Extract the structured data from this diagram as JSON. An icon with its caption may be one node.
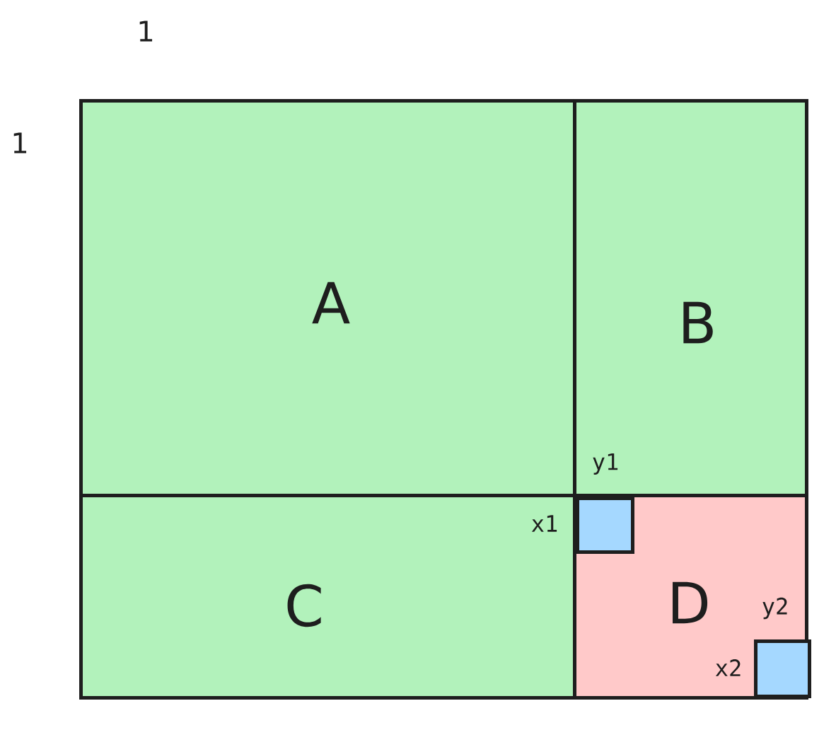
{
  "diagram": {
    "nodes": [
      {
        "text": [
          "A"
        ]
      },
      {
        "text": [
          "B"
        ]
      },
      {
        "text": [
          "C"
        ]
      },
      {
        "text": [
          "D"
        ]
      },
      {
        "text": [],
        "shape": "box",
        "in": 3
      },
      {
        "text": [],
        "shape": "box",
        "in": 3
      }
    ],
    "labels": [
      "1",
      "1",
      "y1",
      "x1",
      "y2",
      "x2"
    ]
  }
}
